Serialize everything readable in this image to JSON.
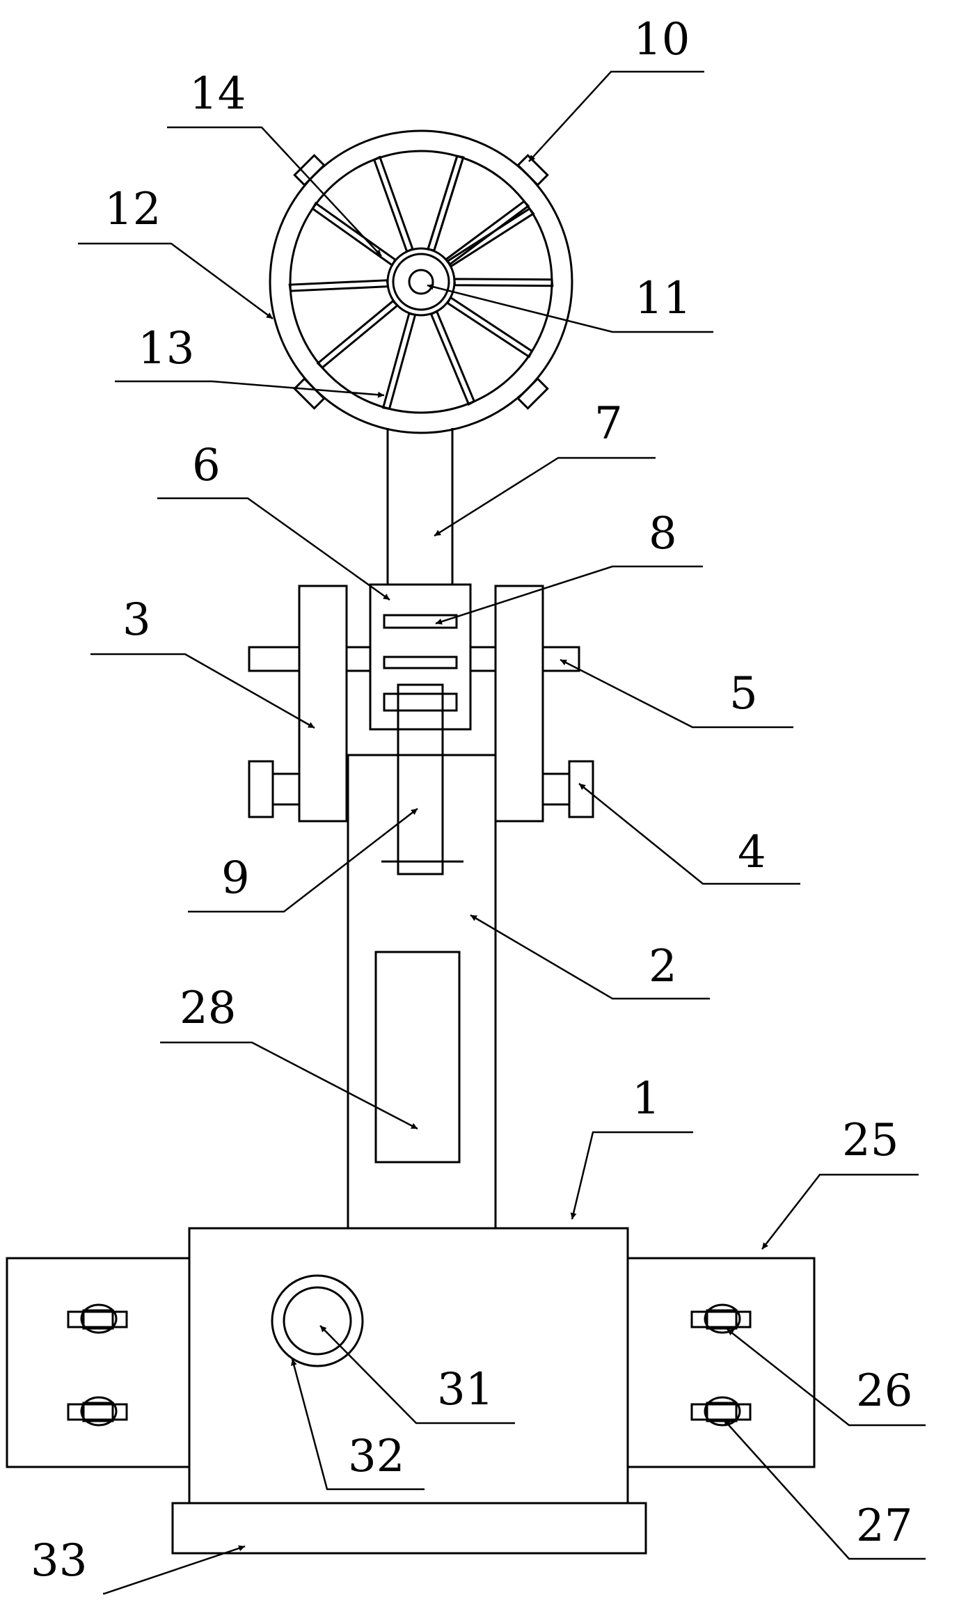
{
  "colors": {
    "line": "#000000",
    "background": "#ffffff"
  },
  "callouts": [
    {
      "label": "10"
    },
    {
      "label": "14"
    },
    {
      "label": "12"
    },
    {
      "label": "11"
    },
    {
      "label": "13"
    },
    {
      "label": "7"
    },
    {
      "label": "6"
    },
    {
      "label": "8"
    },
    {
      "label": "3"
    },
    {
      "label": "5"
    },
    {
      "label": "4"
    },
    {
      "label": "9"
    },
    {
      "label": "2"
    },
    {
      "label": "28"
    },
    {
      "label": "1"
    },
    {
      "label": "25"
    },
    {
      "label": "31"
    },
    {
      "label": "26"
    },
    {
      "label": "32"
    },
    {
      "label": "27"
    },
    {
      "label": "33"
    }
  ]
}
